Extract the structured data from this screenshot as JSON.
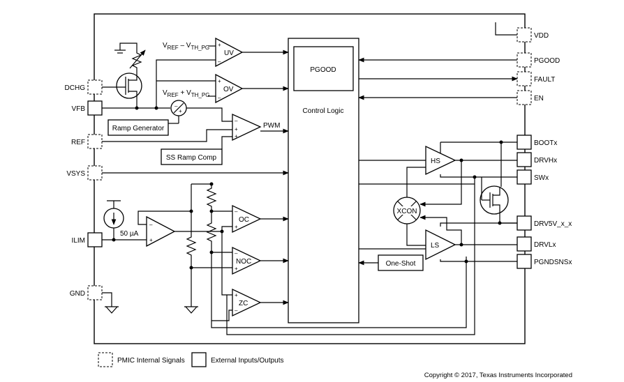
{
  "blocks": {
    "pgood": "PGOOD",
    "control_logic": "Control Logic",
    "ramp_generator": "Ramp Generator",
    "ss_ramp_comp": "SS Ramp Comp",
    "one_shot": "One-Shot",
    "xcon": "XCON"
  },
  "comparators": {
    "uv": "UV",
    "ov": "OV",
    "pwm": "PWM",
    "oc": "OC",
    "noc": "NOC",
    "zc": "ZC",
    "hs": "HS",
    "ls": "LS"
  },
  "labels": {
    "vref_minus_base": "V",
    "vref_minus_sub1": "REF",
    "vref_minus_mid": " – V",
    "vref_minus_sub2": "TH_PG",
    "vref_plus_base": "V",
    "vref_plus_sub1": "REF",
    "vref_plus_mid": " + V",
    "vref_plus_sub2": "TH_PG",
    "current_50ua": "50 µA"
  },
  "pins_left": {
    "dchg": "DCHG",
    "vfb": "VFB",
    "ref": "REF",
    "vsys": "VSYS",
    "ilim": "ILIM",
    "gnd": "GND"
  },
  "pins_right": {
    "vdd": "VDD",
    "pgood": "PGOOD",
    "fault": "FAULT",
    "en": "EN",
    "bootx": "BOOTx",
    "drvhx": "DRVHx",
    "swx": "SWx",
    "drv5v": "DRV5V_x_x",
    "drvlx": "DRVLx",
    "pgndsnsx": "PGNDSNSx"
  },
  "legend": {
    "internal": "PMIC Internal Signals",
    "external": "External Inputs/Outputs"
  },
  "copyright": "Copyright © 2017, Texas Instruments Incorporated"
}
